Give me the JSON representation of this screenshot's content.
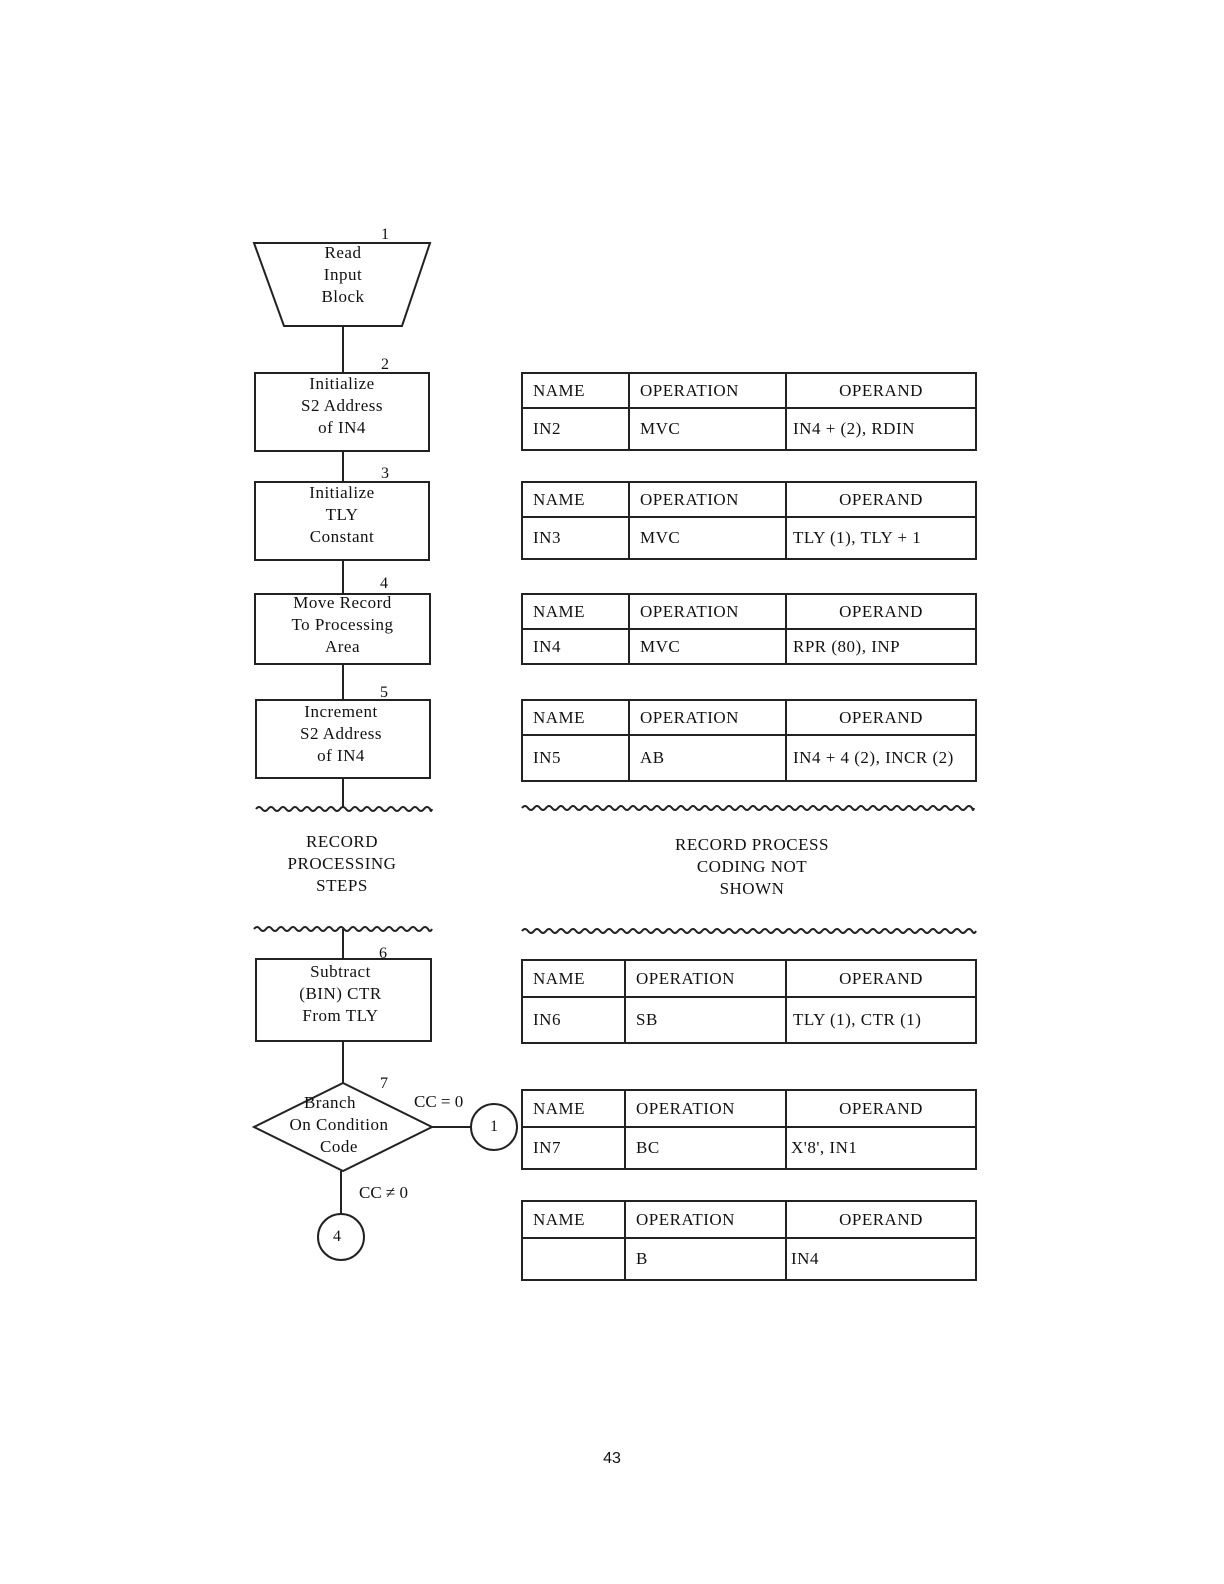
{
  "flowchart": {
    "steps": [
      {
        "number": "1",
        "lines": [
          "Read",
          "Input",
          "Block"
        ]
      },
      {
        "number": "2",
        "lines": [
          "Initialize",
          "S2 Address",
          "of IN4"
        ]
      },
      {
        "number": "3",
        "lines": [
          "Initialize",
          "TLY",
          "Constant"
        ]
      },
      {
        "number": "4",
        "lines": [
          "Move Record",
          "To Processing",
          "Area"
        ]
      },
      {
        "number": "5",
        "lines": [
          "Increment",
          "S2 Address",
          "of IN4"
        ]
      },
      {
        "number": "6",
        "lines": [
          "Subtract",
          "(BIN) CTR",
          "From TLY"
        ]
      },
      {
        "number": "7",
        "lines": [
          "Branch",
          "On Condition",
          "Code"
        ]
      }
    ],
    "break_label": [
      "RECORD",
      "PROCESSING",
      "STEPS"
    ],
    "branch_equal_label": "CC = 0",
    "branch_not_equal_label": "CC ≠ 0",
    "connector_right": "1",
    "connector_bottom": "4"
  },
  "coding": {
    "headers": {
      "name": "NAME",
      "operation": "OPERATION",
      "operand": "OPERAND"
    },
    "rows": [
      {
        "name": "IN2",
        "operation": "MVC",
        "operand": "IN4 + (2), RDIN"
      },
      {
        "name": "IN3",
        "operation": "MVC",
        "operand": "TLY (1), TLY + 1"
      },
      {
        "name": "IN4",
        "operation": "MVC",
        "operand": "RPR (80), INP"
      },
      {
        "name": "IN5",
        "operation": "AB",
        "operand": "IN4 + 4 (2), INCR (2)"
      },
      {
        "name": "IN6",
        "operation": "SB",
        "operand": "TLY (1), CTR (1)"
      },
      {
        "name": "IN7",
        "operation": "BC",
        "operand": "X'8', IN1"
      },
      {
        "name": "",
        "operation": "B",
        "operand": "IN4"
      }
    ],
    "break_label": [
      "RECORD PROCESS",
      "CODING NOT",
      "SHOWN"
    ]
  },
  "page_number": "43"
}
